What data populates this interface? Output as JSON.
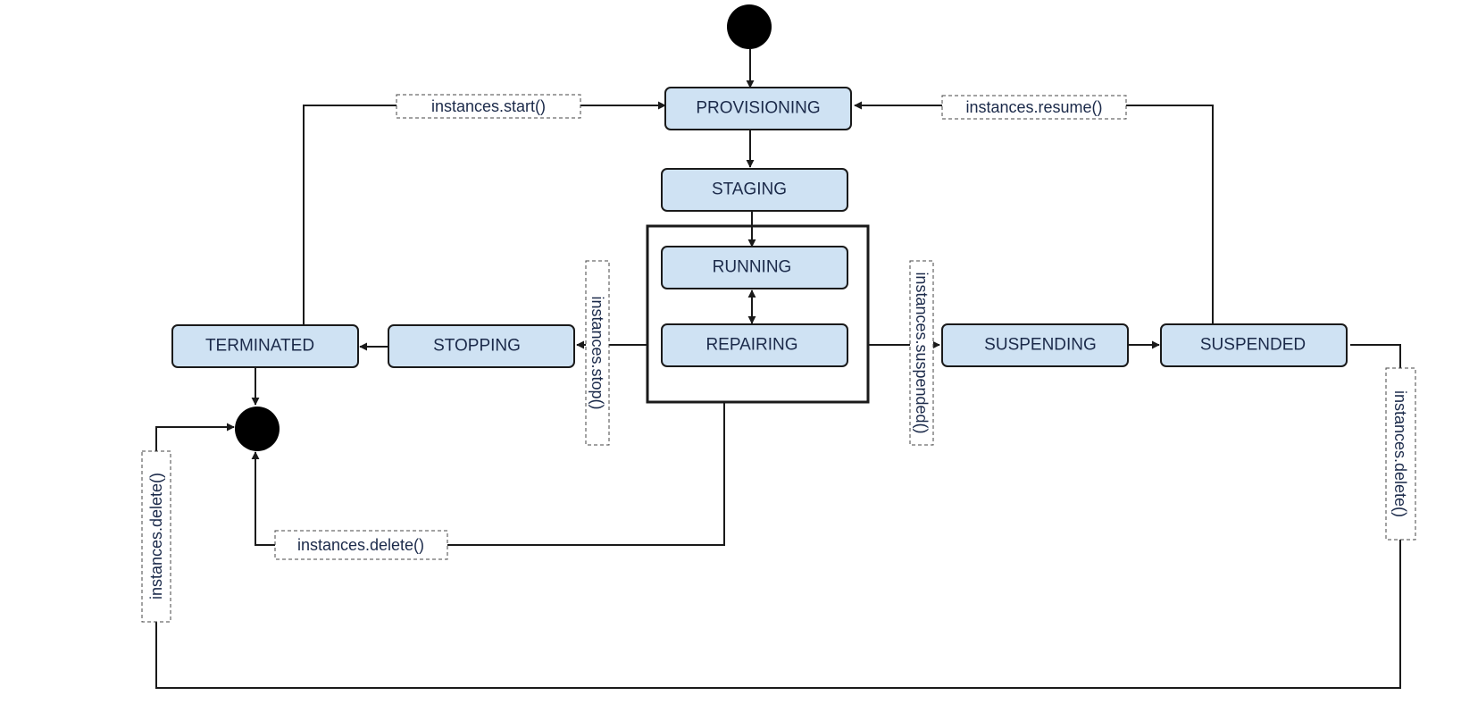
{
  "states": {
    "provisioning": "PROVISIONING",
    "staging": "STAGING",
    "running": "RUNNING",
    "repairing": "REPAIRING",
    "stopping": "STOPPING",
    "terminated": "TERMINATED",
    "suspending": "SUSPENDING",
    "suspended": "SUSPENDED"
  },
  "transitions": {
    "start": "instances.start()",
    "resume": "instances.resume()",
    "stop": "instances.stop()",
    "suspended": "instances.suspended()",
    "delete_from_suspended": "instances.delete()",
    "delete_from_left": "instances.delete()",
    "delete_from_running": "instances.delete()"
  }
}
